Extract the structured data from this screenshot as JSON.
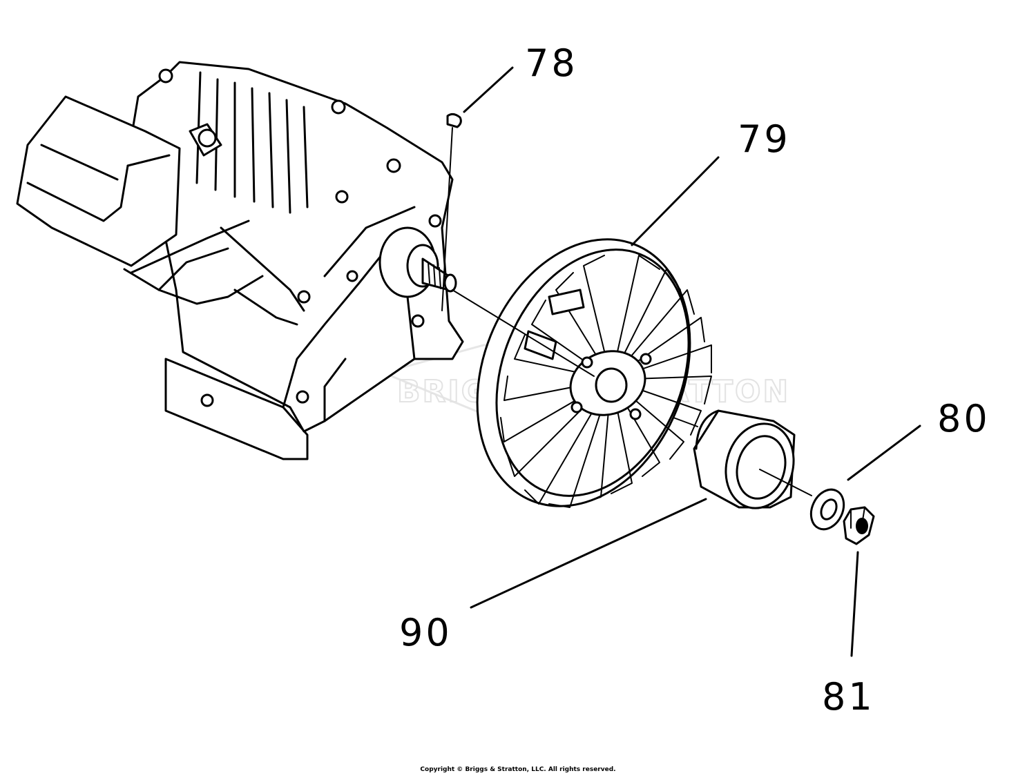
{
  "diagram": {
    "callouts": [
      {
        "id": "78",
        "label": "78"
      },
      {
        "id": "79",
        "label": "79"
      },
      {
        "id": "80",
        "label": "80"
      },
      {
        "id": "81",
        "label": "81"
      },
      {
        "id": "90",
        "label": "90"
      }
    ],
    "watermark": "BRIGGS & STRATTON",
    "copyright": "Copyright © Briggs & Stratton, LLC. All rights reserved."
  },
  "colors": {
    "line": "#000000",
    "background": "#ffffff",
    "watermark": "#e3e3e3"
  }
}
